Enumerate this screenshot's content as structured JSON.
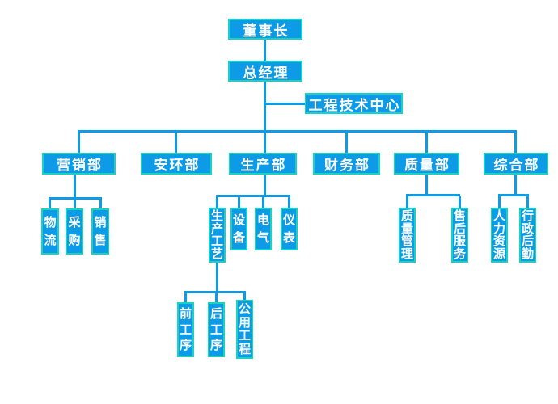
{
  "diagram_type": "org-chart",
  "colors": {
    "background": "#FFFFFF",
    "box_fill": "#0D9BE8",
    "box_border": "#19D3C0",
    "line": "#0D9BE8",
    "text": "#FFFFFF"
  },
  "labels": {
    "chairman": "董事长",
    "general_manager": "总经理",
    "engineering_center": "工程技术中心",
    "marketing_dept": "营销部",
    "safety_env_dept": "安环部",
    "production_dept": "生产部",
    "finance_dept": "财务部",
    "quality_dept": "质量部",
    "general_affairs_dept": "综合部",
    "logistics": "物流",
    "purchasing": "采购",
    "sales": "销售",
    "production_process": "生产工艺",
    "equipment": "设备",
    "electrical": "电气",
    "instrument": "仪表",
    "front_process": "前工序",
    "back_process": "后工序",
    "utility_engineering": "公用工程",
    "quality_management": "质量管理",
    "after_sales_service": "售后服务",
    "human_resources": "人力资源",
    "admin_logistics": "行政后勤"
  },
  "hierarchy": {
    "chairman": [
      "general_manager"
    ],
    "general_manager": [
      "engineering_center",
      "marketing_dept",
      "safety_env_dept",
      "production_dept",
      "finance_dept",
      "quality_dept",
      "general_affairs_dept"
    ],
    "marketing_dept": [
      "logistics",
      "purchasing",
      "sales"
    ],
    "production_dept": [
      "production_process",
      "equipment",
      "electrical",
      "instrument"
    ],
    "production_process": [
      "front_process",
      "back_process",
      "utility_engineering"
    ],
    "quality_dept": [
      "quality_management",
      "after_sales_service"
    ],
    "general_affairs_dept": [
      "human_resources",
      "admin_logistics"
    ]
  }
}
